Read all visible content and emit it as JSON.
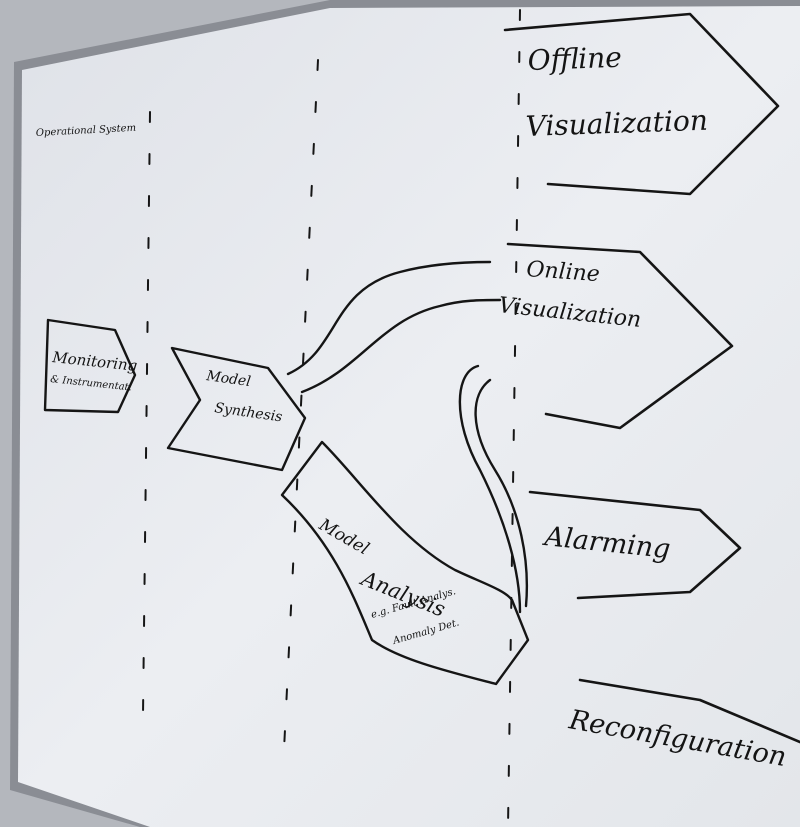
{
  "lanes": {
    "operational_system": "Operational System"
  },
  "nodes": {
    "monitoring": {
      "line1": "Monitoring",
      "line2": "& Instrumentat."
    },
    "model_synthesis": {
      "line1": "Model",
      "line2": "Synthesis"
    },
    "model_analysis": {
      "line1": "Model",
      "line2": "Analysis",
      "line3": "e.g. Fault Analys.",
      "line4": "Anomaly Det."
    },
    "offline_visualization": {
      "line1": "Offline",
      "line2": "Visualization"
    },
    "online_visualization": {
      "line1": "Online",
      "line2": "Visualization"
    },
    "alarming": {
      "label": "Alarming"
    },
    "reconfiguration": {
      "label": "Reconfiguration"
    }
  },
  "colors": {
    "whiteboard": "#e6e9ee",
    "ink": "#151515",
    "frame": "#7d8088",
    "wall": "#b9bcc2"
  }
}
